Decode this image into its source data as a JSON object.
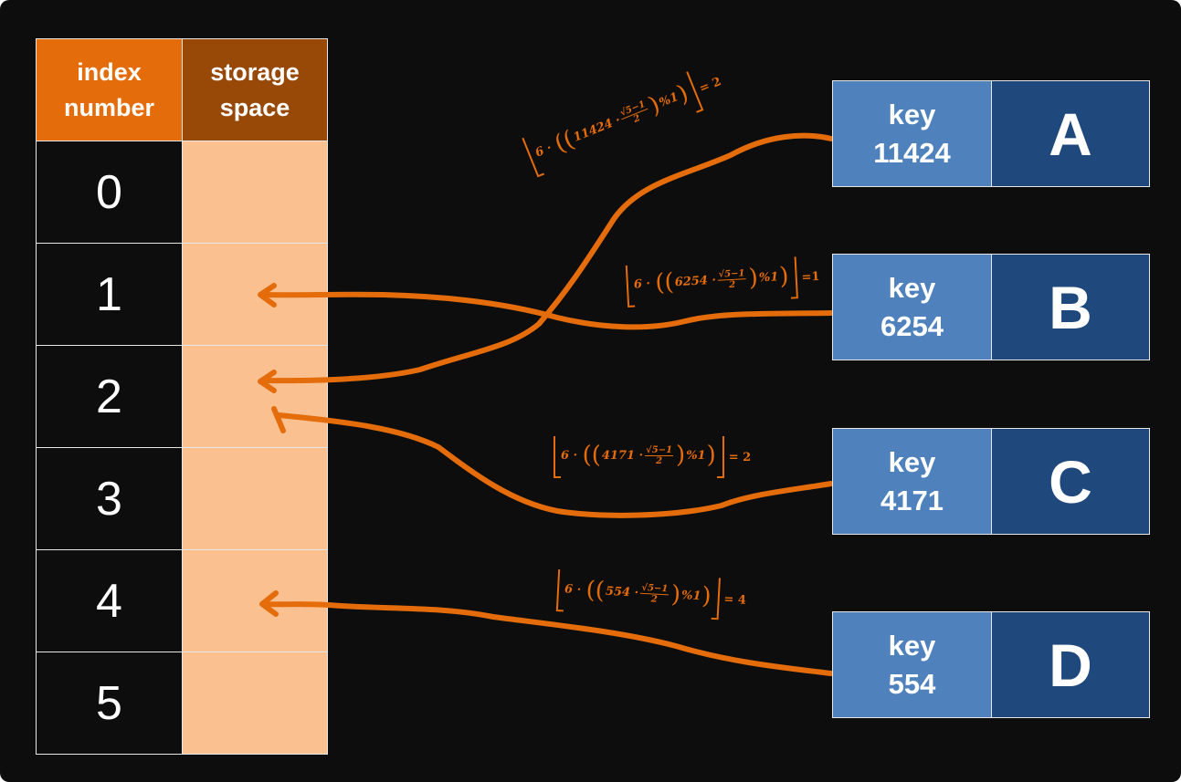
{
  "colors": {
    "background": "#0d0d0d",
    "index_header": "#e46c0a",
    "storage_header": "#984807",
    "storage_slot": "#fac090",
    "key_cell": "#4f81bd",
    "value_cell": "#1f497d",
    "arrow": "#e46c0a"
  },
  "table": {
    "index_header": "index\nnumber",
    "storage_header": "storage\nspace",
    "indices": [
      "0",
      "1",
      "2",
      "3",
      "4",
      "5"
    ]
  },
  "entries": [
    {
      "key_label": "key",
      "key_value": "11424",
      "value": "A",
      "target_index": 2,
      "formula": {
        "multiplier": "6",
        "key": "11424",
        "num": "√5−1",
        "den": "2",
        "mod": "%1",
        "result": "= 2"
      }
    },
    {
      "key_label": "key",
      "key_value": "6254",
      "value": "B",
      "target_index": 1,
      "formula": {
        "multiplier": "6",
        "key": "6254",
        "num": "√5−1",
        "den": "2",
        "mod": "%1",
        "result": "=1"
      }
    },
    {
      "key_label": "key",
      "key_value": "4171",
      "value": "C",
      "target_index": 2,
      "formula": {
        "multiplier": "6",
        "key": "4171",
        "num": "√5−1",
        "den": "2",
        "mod": "%1",
        "result": "= 2"
      }
    },
    {
      "key_label": "key",
      "key_value": "554",
      "value": "D",
      "target_index": 4,
      "formula": {
        "multiplier": "6",
        "key": "554",
        "num": "√5−1",
        "den": "2",
        "mod": "%1",
        "result": "= 4"
      }
    }
  ]
}
